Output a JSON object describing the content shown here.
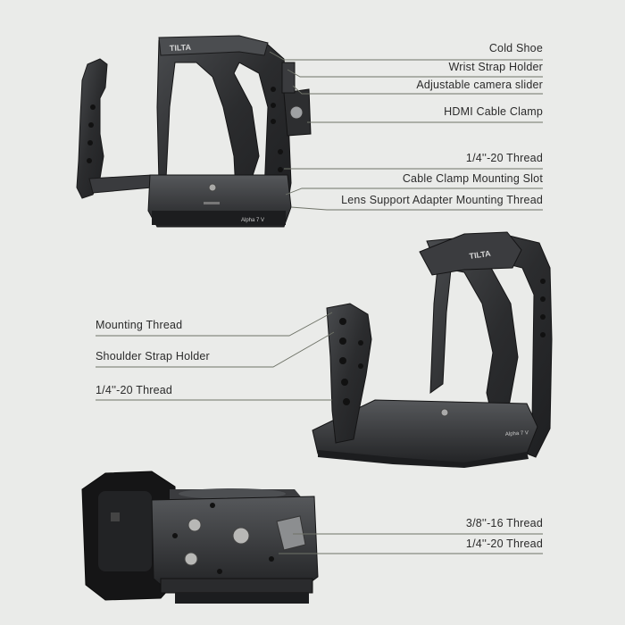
{
  "page": {
    "background": "#eaebe9",
    "line_color": "#6f7368",
    "metal_color": "#2f3032"
  },
  "callouts_top": [
    {
      "label": "Cold Shoe"
    },
    {
      "label": "Wrist Strap Holder"
    },
    {
      "label": "Adjustable camera slider"
    },
    {
      "label": "HDMI Cable Clamp"
    },
    {
      "label": "1/4''-20 Thread"
    },
    {
      "label": "Cable Clamp Mounting Slot"
    },
    {
      "label": "Lens Support Adapter Mounting Thread"
    }
  ],
  "callouts_middle": [
    {
      "label": "Mounting Thread"
    },
    {
      "label": "Shoulder Strap Holder"
    },
    {
      "label": "1/4''-20 Thread"
    }
  ],
  "callouts_bottom": [
    {
      "label": "3/8''-16 Thread"
    },
    {
      "label": "1/4''-20 Thread"
    }
  ],
  "engravings": {
    "brand": "TILTA",
    "model": "Alpha 7 V"
  }
}
